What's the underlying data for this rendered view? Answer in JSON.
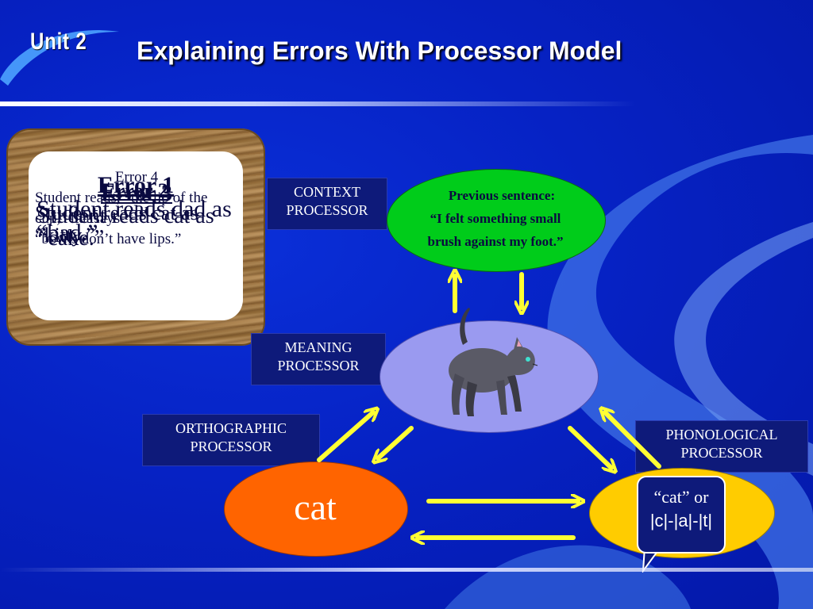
{
  "header": {
    "unit_badge": "Unit 2",
    "title": "Explaining Errors With Processor Model"
  },
  "errors": [
    {
      "heading": "Error 1",
      "text": "Student reads dad as “bad.”"
    },
    {
      "heading": "Error 2",
      "text": "Student reads cat as “kitty.”"
    },
    {
      "heading": "Error 3",
      "text": "Student reads cat as “cake.”"
    },
    {
      "heading": "Error 4",
      "line1": "Student reads, “the lip of the cup,” but says",
      "line2": "“bowls don’t have lips.”"
    }
  ],
  "processors": {
    "context": "CONTEXT PROCESSOR",
    "meaning": "MEANING PROCESSOR",
    "orthographic": "ORTHOGRAPHIC PROCESSOR",
    "phonological": "PHONOLOGICAL PROCESSOR"
  },
  "context_bubble": {
    "line1": "Previous sentence:",
    "line2": "“I felt something small",
    "line3": "brush against my foot.”"
  },
  "orthographic_word": "cat",
  "phonological_bubble": {
    "line1": "“cat” or",
    "line2": "|c|-|a|-|t|"
  },
  "colors": {
    "background": "#0622c4",
    "context_ellipse": "#00cc1a",
    "meaning_ellipse": "#9a9af0",
    "orthographic_ellipse": "#ff6400",
    "phonological_ellipse": "#ffcc00",
    "arrows": "#ffff33",
    "label_box": "#0e1a7a"
  },
  "icons": [
    "cat-illustration",
    "swoosh-decoration"
  ]
}
